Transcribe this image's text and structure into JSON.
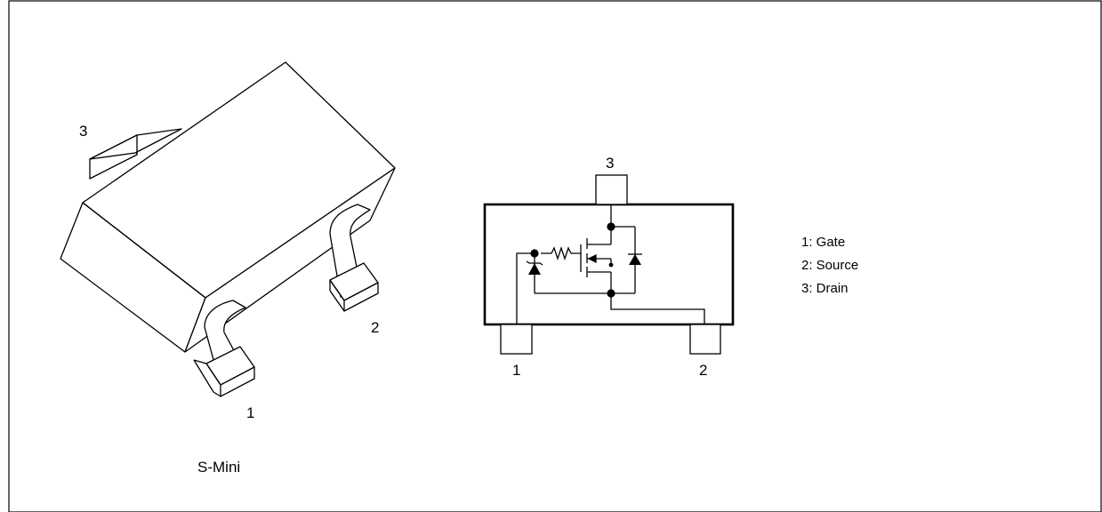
{
  "package": {
    "name": "S-Mini",
    "pin_numbers": {
      "pin1": "1",
      "pin2": "2",
      "pin3": "3"
    }
  },
  "schematic": {
    "pin_numbers": {
      "pin1": "1",
      "pin2": "2",
      "pin3": "3"
    }
  },
  "pin_legend": {
    "items": [
      "1: Gate",
      "2: Source",
      "3: Drain"
    ]
  }
}
